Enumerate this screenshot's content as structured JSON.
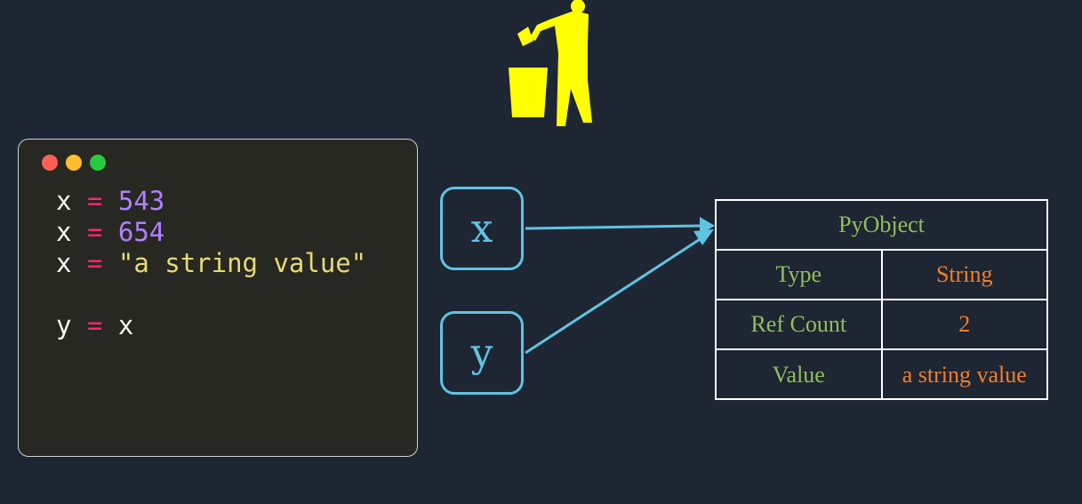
{
  "icons": {
    "trash": "person-throwing-trash-icon"
  },
  "colors": {
    "background": "#1e2533",
    "editor_bg": "#272822",
    "accent": "#5ec4e1",
    "trash": "#ffff00",
    "label_green": "#8fc05a",
    "value_orange": "#f07f2c",
    "dot_red": "#ff5f56",
    "dot_yellow": "#ffbd2e",
    "dot_green": "#27c93f"
  },
  "code": {
    "lines": [
      {
        "var": "x",
        "op": "=",
        "value": "543",
        "kind": "num"
      },
      {
        "var": "x",
        "op": "=",
        "value": "654",
        "kind": "num"
      },
      {
        "var": "x",
        "op": "=",
        "value": "\"a string value\"",
        "kind": "str"
      },
      {
        "var": "y",
        "op": "=",
        "value": "x",
        "kind": "name"
      }
    ]
  },
  "variables": {
    "x": "x",
    "y": "y"
  },
  "pyobject": {
    "title": "PyObject",
    "rows": [
      {
        "label": "Type",
        "value": "String"
      },
      {
        "label": "Ref Count",
        "value": "2"
      },
      {
        "label": "Value",
        "value": "a string value"
      }
    ]
  }
}
